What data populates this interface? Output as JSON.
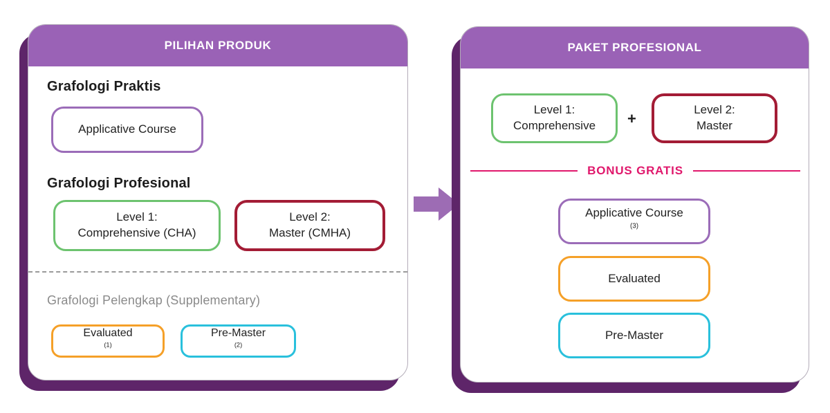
{
  "colors": {
    "header_purple": "#9a62b6",
    "shadow_purple": "#5e2569",
    "arrow_purple": "#9d6cb4",
    "purple_border": "#9b6cb8",
    "green_border": "#6dc36f",
    "red_border": "#a31c35",
    "orange_border": "#f5a028",
    "cyan_border": "#29c0dc",
    "pink_accent": "#e0186c",
    "gray_text": "#8a8a8a"
  },
  "left_panel": {
    "title": "PILIHAN PRODUK",
    "praktis": {
      "heading": "Grafologi Praktis",
      "applicative_label": "Applicative Course"
    },
    "profesional": {
      "heading": "Grafologi Profesional",
      "level1_line1": "Level 1:",
      "level1_line2": "Comprehensive (CHA)",
      "level2_line1": "Level 2:",
      "level2_line2": "Master (CMHA)"
    },
    "pelengkap": {
      "heading": "Grafologi Pelengkap (Supplementary)",
      "evaluated_label": "Evaluated",
      "evaluated_sup": "(1)",
      "premaster_label": "Pre-Master",
      "premaster_sup": "(2)"
    }
  },
  "right_panel": {
    "title": "PAKET PROFESIONAL",
    "bundle": {
      "level1_line1": "Level 1:",
      "level1_line2": "Comprehensive",
      "plus": "+",
      "level2_line1": "Level 2:",
      "level2_line2": "Master"
    },
    "bonus": {
      "label": "BONUS GRATIS",
      "applicative_label": "Applicative Course",
      "applicative_sup": "(3)",
      "evaluated_label": "Evaluated",
      "premaster_label": "Pre-Master"
    }
  }
}
